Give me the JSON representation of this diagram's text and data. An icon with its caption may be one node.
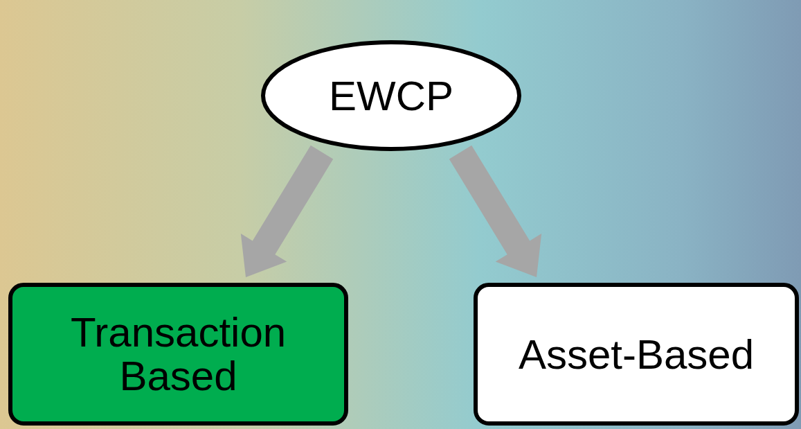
{
  "diagram": {
    "nodes": [
      {
        "text": [
          "EWCP"
        ]
      },
      {
        "text": [
          "Transaction Based"
        ]
      },
      {
        "text": [
          "Asset-Based"
        ]
      }
    ],
    "edges": [
      {
        "from": 0,
        "to": 1,
        "arrow": "to",
        "style": "thick"
      },
      {
        "from": 0,
        "to": 2,
        "arrow": "to",
        "style": "thick"
      }
    ]
  }
}
